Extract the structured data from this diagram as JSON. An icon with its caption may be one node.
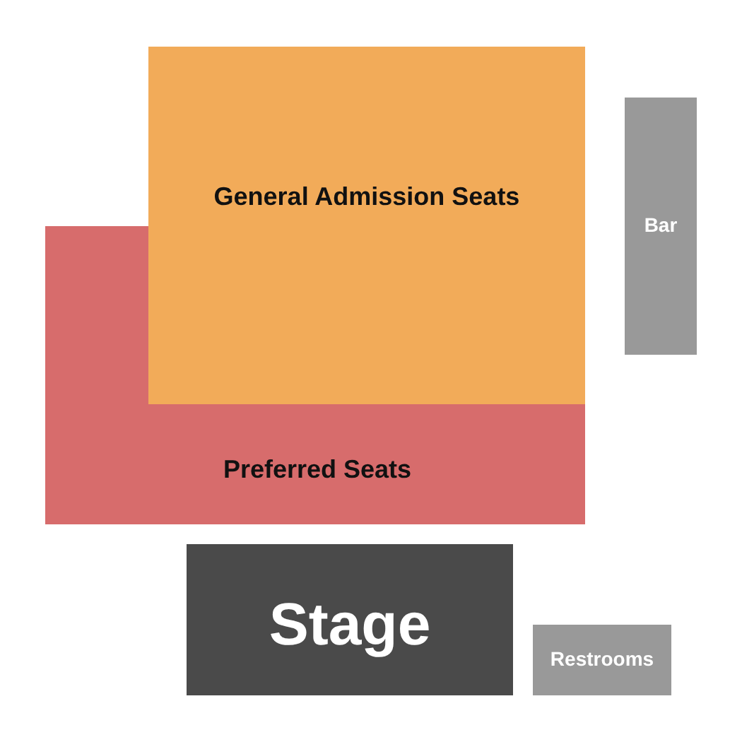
{
  "diagram": {
    "nodes": [
      {
        "text": [
          "General Admission Seats"
        ]
      },
      {
        "text": [
          "Bar"
        ]
      },
      {
        "text": [
          "Preferred Seats"
        ]
      },
      {
        "text": [
          "Stage"
        ]
      },
      {
        "text": [
          "Restrooms"
        ]
      }
    ]
  }
}
